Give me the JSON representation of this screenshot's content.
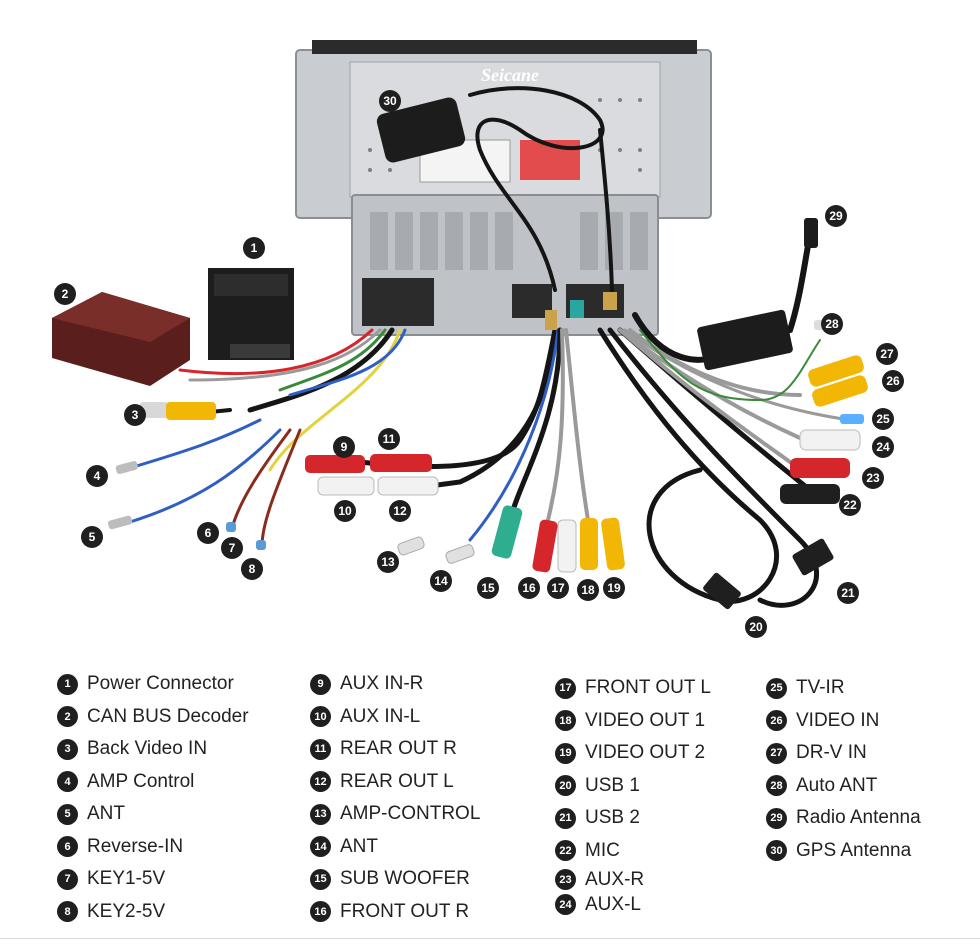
{
  "brand_text": "Seicane",
  "callouts": [
    "1",
    "2",
    "3",
    "4",
    "5",
    "6",
    "7",
    "8",
    "9",
    "10",
    "11",
    "12",
    "13",
    "14",
    "15",
    "16",
    "17",
    "18",
    "19",
    "20",
    "21",
    "22",
    "23",
    "24",
    "25",
    "26",
    "27",
    "28",
    "29",
    "30"
  ],
  "legend": [
    [
      {
        "num": "1",
        "label": "Power Connector"
      },
      {
        "num": "2",
        "label": "CAN BUS Decoder"
      },
      {
        "num": "3",
        "label": "Back Video IN"
      },
      {
        "num": "4",
        "label": "AMP Control"
      },
      {
        "num": "5",
        "label": "ANT"
      },
      {
        "num": "6",
        "label": "Reverse-IN"
      },
      {
        "num": "7",
        "label": "KEY1-5V"
      },
      {
        "num": "8",
        "label": "KEY2-5V"
      }
    ],
    [
      {
        "num": "9",
        "label": "AUX IN-R"
      },
      {
        "num": "10",
        "label": "AUX IN-L"
      },
      {
        "num": "11",
        "label": "REAR OUT R"
      },
      {
        "num": "12",
        "label": "REAR OUT L"
      },
      {
        "num": "13",
        "label": "AMP-CONTROL"
      },
      {
        "num": "14",
        "label": "ANT"
      },
      {
        "num": "15",
        "label": "SUB WOOFER"
      },
      {
        "num": "16",
        "label": "FRONT OUT R"
      }
    ],
    [
      {
        "num": "17",
        "label": "FRONT OUT L"
      },
      {
        "num": "18",
        "label": "VIDEO OUT 1"
      },
      {
        "num": "19",
        "label": "VIDEO OUT 2"
      },
      {
        "num": "20",
        "label": "USB 1"
      },
      {
        "num": "21",
        "label": "USB 2"
      },
      {
        "num": "22",
        "label": "MIC"
      },
      {
        "num": "23",
        "label": "AUX-R"
      },
      {
        "num": "24",
        "label": "AUX-L"
      }
    ],
    [
      {
        "num": "25",
        "label": "TV-IR"
      },
      {
        "num": "26",
        "label": "VIDEO IN"
      },
      {
        "num": "27",
        "label": "DR-V IN"
      },
      {
        "num": "28",
        "label": "Auto ANT"
      },
      {
        "num": "29",
        "label": "Radio Antenna"
      },
      {
        "num": "30",
        "label": "GPS Antenna"
      }
    ]
  ],
  "colors": {
    "unit_silver": "#c9ccd0",
    "unit_dark": "#2b2b2b",
    "decoder_box": "#5a1f1c",
    "rca_red": "#d5262b",
    "rca_white": "#f2f2f2",
    "rca_yellow": "#f2b705",
    "rca_green": "#2fae8f",
    "wire_black": "#151515",
    "wire_gray": "#9a9a9a",
    "wire_blue": "#2f5ec4",
    "wire_green": "#3a8a3a"
  }
}
